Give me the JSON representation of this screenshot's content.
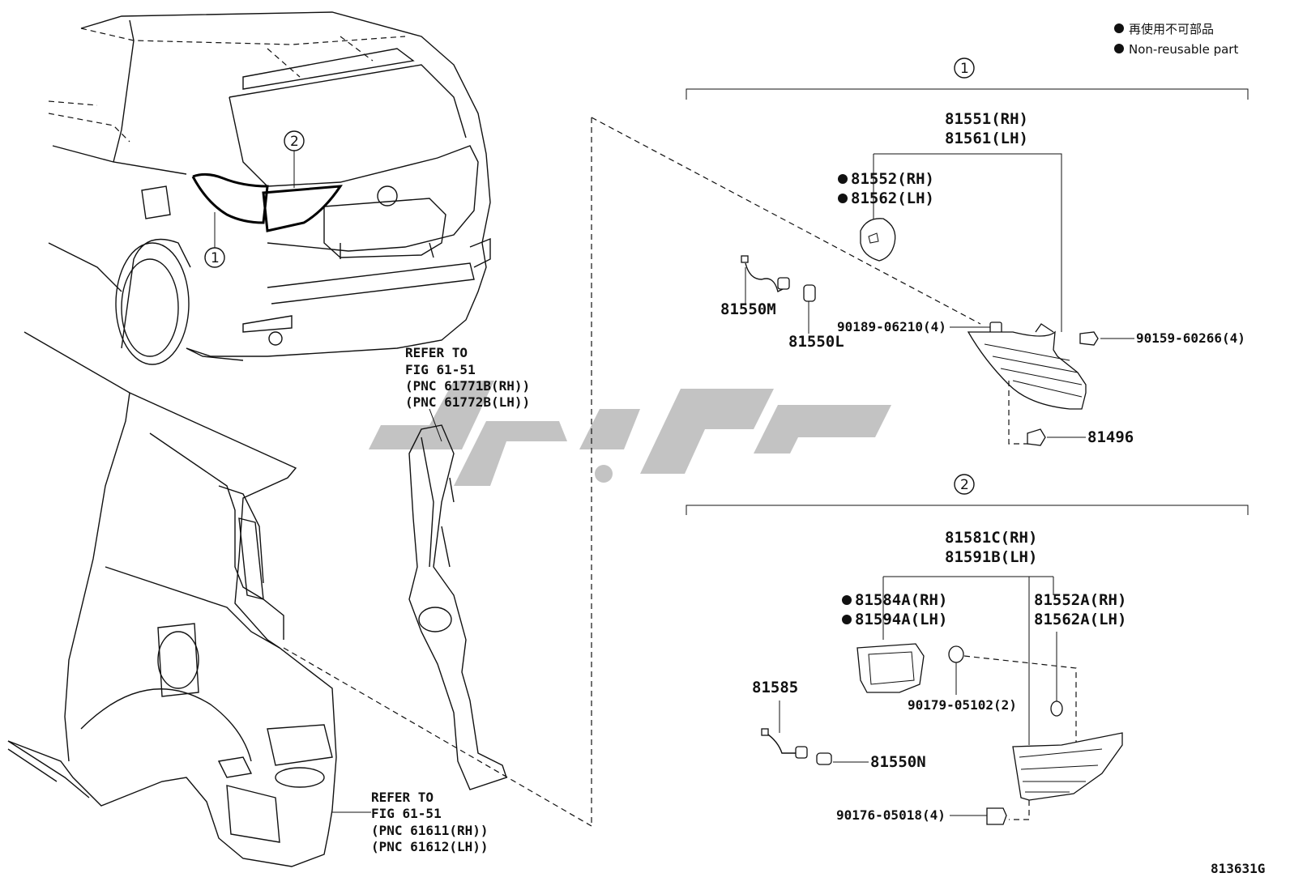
{
  "legend": {
    "non_reusable_jp": "再使用不可部品",
    "non_reusable_en": "Non-reusable part"
  },
  "callouts": {
    "one": "1",
    "two": "2"
  },
  "refs": {
    "upper": {
      "line1": "REFER TO",
      "line2": "FIG 61-51",
      "line3": "(PNC 61771B(RH))",
      "line4": "(PNC 61772B(LH))"
    },
    "lower": {
      "line1": "REFER TO",
      "line2": "FIG 61-51",
      "line3": "(PNC 61611(RH))",
      "line4": "(PNC 61612(LH))"
    }
  },
  "group1": {
    "assy_rh": "81551(RH)",
    "assy_lh": "81561(LH)",
    "gasket_rh": "81552(RH)",
    "gasket_lh": "81562(LH)",
    "socket": "81550M",
    "bulb": "81550L",
    "nut": "90189-06210(4)",
    "screw": "90159-60266(4)",
    "clip": "81496"
  },
  "group2": {
    "assy_rh": "81581C(RH)",
    "assy_lh": "81591B(LH)",
    "gasket_rh": "81584A(RH)",
    "gasket_lh": "81594A(LH)",
    "seal_rh": "81552A(RH)",
    "seal_lh": "81562A(LH)",
    "socket": "81585",
    "bulb": "81550N",
    "nut_a": "90179-05102(2)",
    "nut_b": "90176-05018(4)"
  },
  "figure_code": "813631G",
  "colors": {
    "line": "#111111",
    "watermark": "#b8b8b8"
  }
}
